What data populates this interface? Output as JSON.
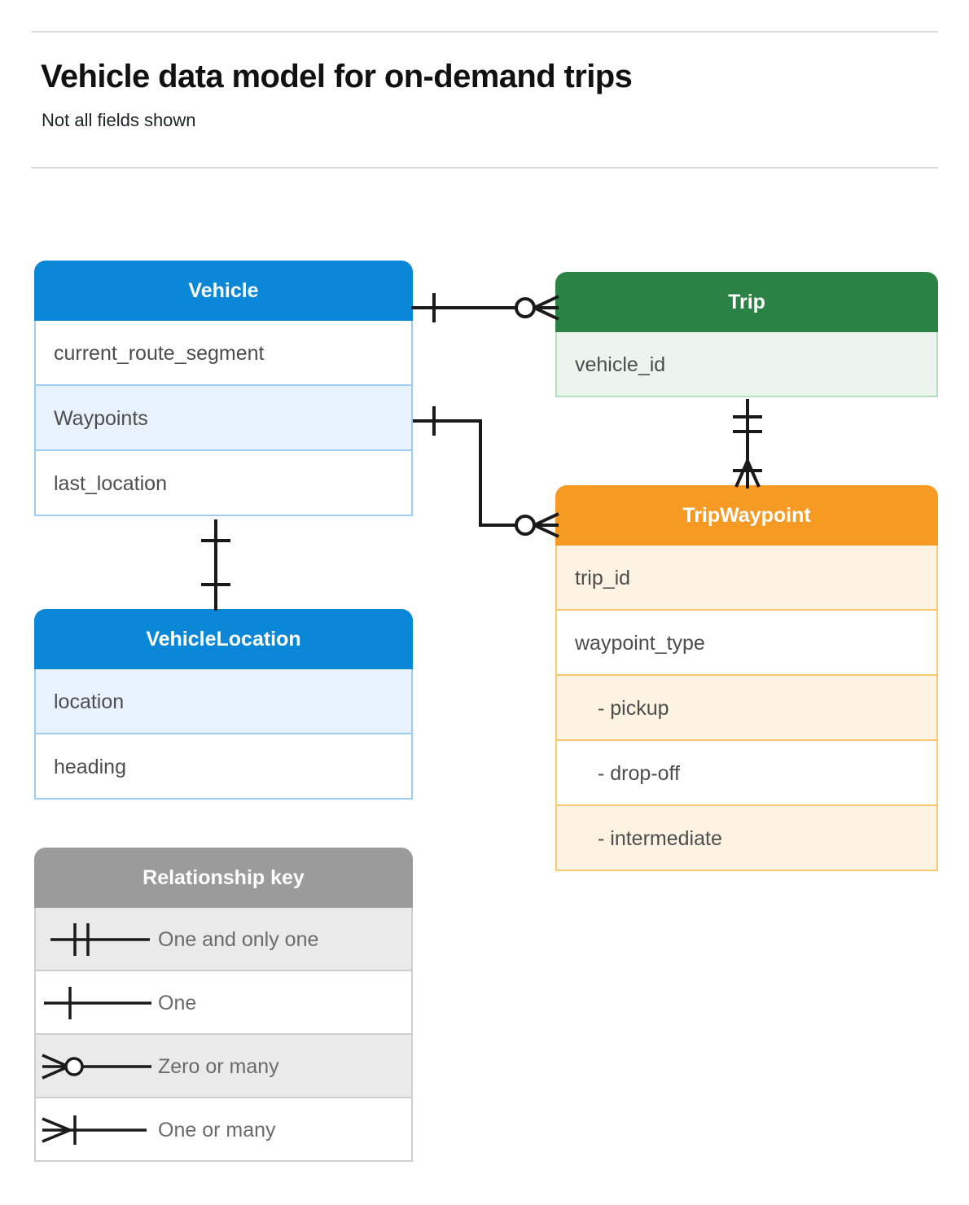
{
  "header": {
    "title": "Vehicle data model for on-demand trips",
    "subtitle": "Not all fields shown"
  },
  "entities": [
    {
      "id": "vehicle",
      "name": "Vehicle",
      "color": "#0b87d8",
      "fields": [
        "current_route_segment",
        "Waypoints",
        "last_location"
      ]
    },
    {
      "id": "vehiclelocation",
      "name": "VehicleLocation",
      "color": "#0b87d8",
      "fields": [
        "location",
        "heading"
      ]
    },
    {
      "id": "trip",
      "name": "Trip",
      "color": "#2a8345",
      "fields": [
        "vehicle_id"
      ]
    },
    {
      "id": "tripwaypoint",
      "name": "TripWaypoint",
      "color": "#f79a24",
      "fields": [
        "trip_id",
        "waypoint_type",
        "-  pickup",
        "-  drop-off",
        "-  intermediate"
      ]
    }
  ],
  "legend": {
    "title": "Relationship key",
    "color": "#9b9b9b",
    "rows": [
      {
        "symbol": "one-and-only-one",
        "label": "One and only one"
      },
      {
        "symbol": "one",
        "label": "One"
      },
      {
        "symbol": "zero-or-many",
        "label": "Zero or many"
      },
      {
        "symbol": "one-or-many",
        "label": "One or many"
      }
    ]
  },
  "relationships": [
    {
      "from": "Vehicle",
      "to": "Trip",
      "from_cardinality": "one",
      "to_cardinality": "zero-or-many"
    },
    {
      "from": "Vehicle.Waypoints",
      "to": "TripWaypoint",
      "from_cardinality": "one",
      "to_cardinality": "zero-or-many"
    },
    {
      "from": "Vehicle",
      "to": "VehicleLocation",
      "from_cardinality": "one",
      "to_cardinality": "one"
    },
    {
      "from": "Trip",
      "to": "TripWaypoint",
      "from_cardinality": "one-and-only-one",
      "to_cardinality": "one-or-many"
    }
  ]
}
